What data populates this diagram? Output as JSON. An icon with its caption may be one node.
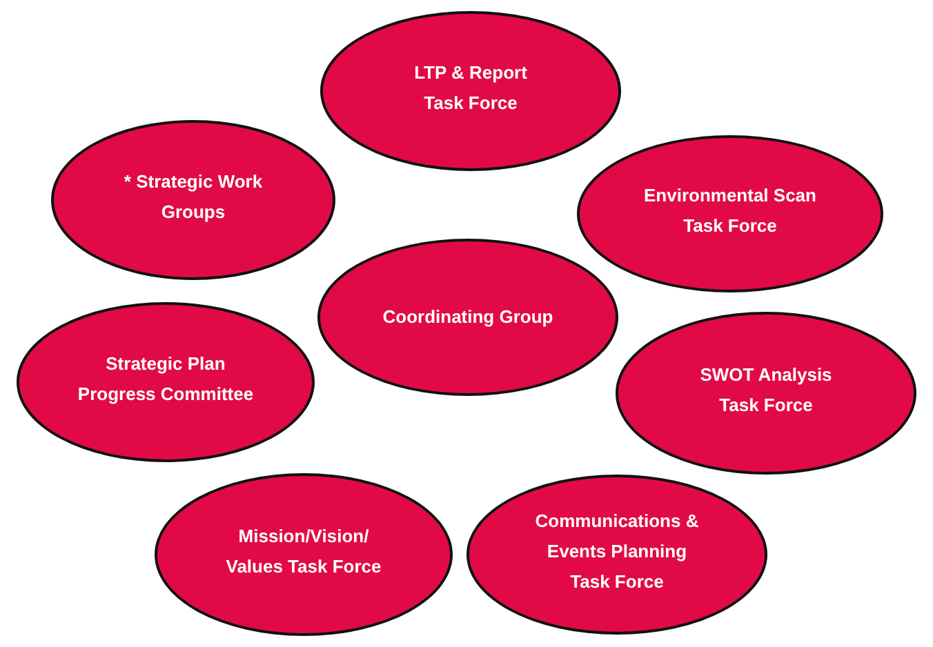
{
  "diagram": {
    "nodes": [
      {
        "text": [
          "LTP & Report Task Force"
        ]
      },
      {
        "text": [
          "* Strategic Work Groups"
        ]
      },
      {
        "text": [
          "Environmental Scan Task Force"
        ]
      },
      {
        "text": [
          "Coordinating Group"
        ]
      },
      {
        "text": [
          "Strategic Plan Progress Committee"
        ]
      },
      {
        "text": [
          "SWOT Analysis Task Force"
        ]
      },
      {
        "text": [
          "Mission/Vision/ Values Task Force"
        ]
      },
      {
        "text": [
          "Communications & Events Planning Task Force"
        ]
      }
    ]
  }
}
